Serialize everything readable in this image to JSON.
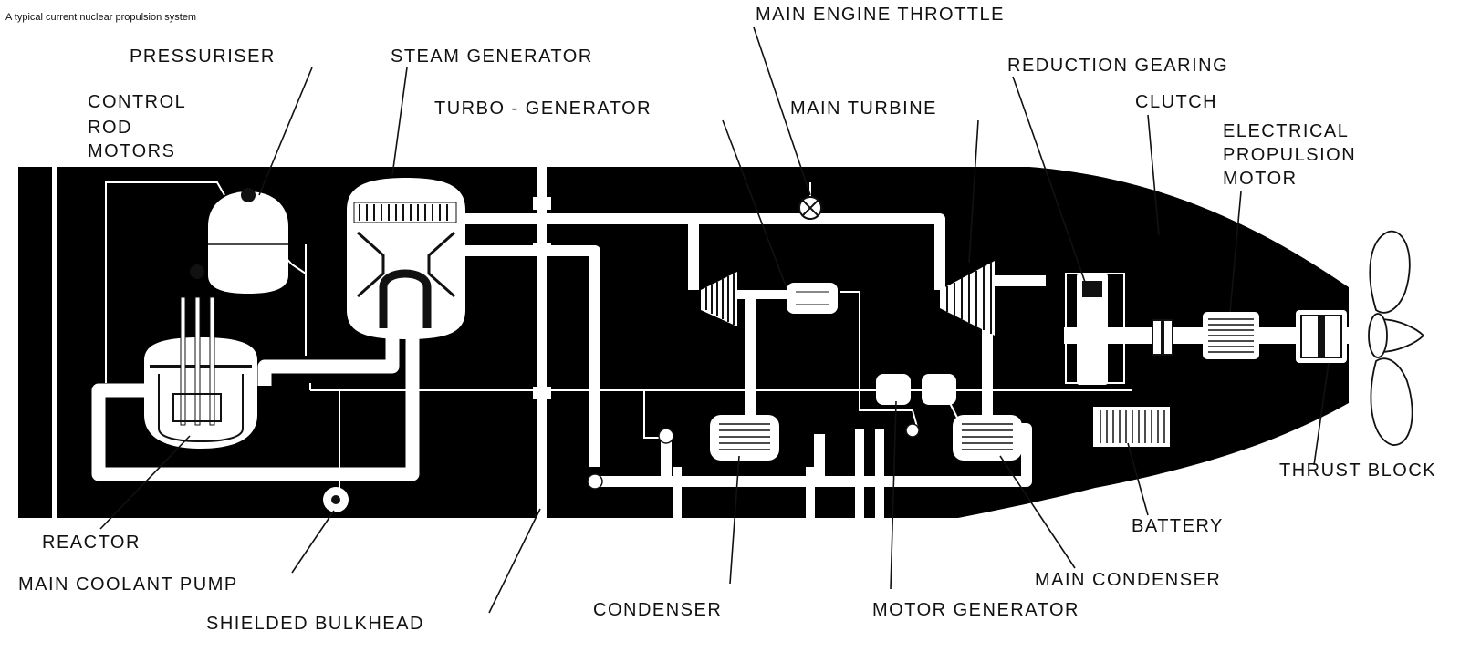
{
  "caption": "A typical current nuclear propulsion system",
  "labels": {
    "pressuriser": "PRESSURISER",
    "steam_generator": "STEAM GENERATOR",
    "main_engine_throttle": "MAIN ENGINE THROTTLE",
    "reduction_gearing": "REDUCTION GEARING",
    "control_rod_1": "CONTROL",
    "control_rod_2": "ROD",
    "control_rod_3": "MOTORS",
    "turbo_generator": "TURBO - GENERATOR",
    "main_turbine": "MAIN TURBINE",
    "clutch": "CLUTCH",
    "elec_prop_1": "ELECTRICAL",
    "elec_prop_2": "PROPULSION",
    "elec_prop_3": "MOTOR",
    "thrust_block": "THRUST BLOCK",
    "battery": "BATTERY",
    "main_condenser": "MAIN CONDENSER",
    "reactor": "REACTOR",
    "main_coolant_pump": "MAIN COOLANT PUMP",
    "shielded_bulkhead": "SHIELDED BULKHEAD",
    "condenser": "CONDENSER",
    "motor_generator": "MOTOR  GENERATOR"
  }
}
